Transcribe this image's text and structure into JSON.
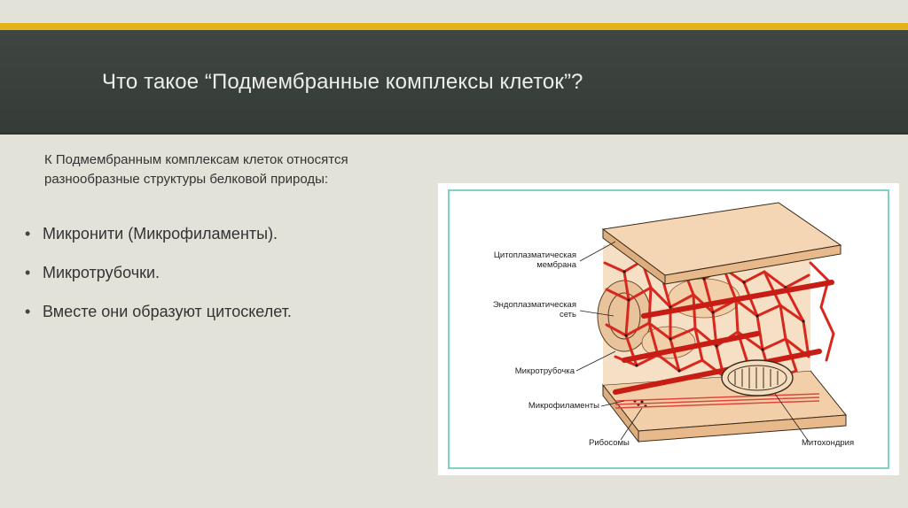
{
  "slide": {
    "title": "Что такое “Подмембранные комплексы клеток”?",
    "intro": "К Подмембранным комплексам клеток относятся разнообразные структуры белковой природы:",
    "bullet_char": "•",
    "bullets": [
      {
        "text": "Микронити (Микрофиламенты)."
      },
      {
        "text": "Микротрубочки."
      },
      {
        "text": "Вместе они образуют цитоскелет."
      }
    ]
  },
  "figure": {
    "labels": {
      "cytoplasmic_membrane_line1": "Цитоплазматическая",
      "cytoplasmic_membrane_line2": "мембрана",
      "endoplasmic_net_line1": "Эндоплазматическая",
      "endoplasmic_net_line2": "сеть",
      "microtubule": "Микротрубочка",
      "microfilaments": "Микрофиламенты",
      "ribosomes": "Рибосомы",
      "mitochondrion": "Митохондрия"
    }
  },
  "colors": {
    "accent": "#e1b21a",
    "header_bg": "#3a413d",
    "background": "#e2e2d9",
    "figure_border": "#7fd3c6",
    "membrane": "#f5d6b4",
    "filament_red": "#d8281e"
  }
}
